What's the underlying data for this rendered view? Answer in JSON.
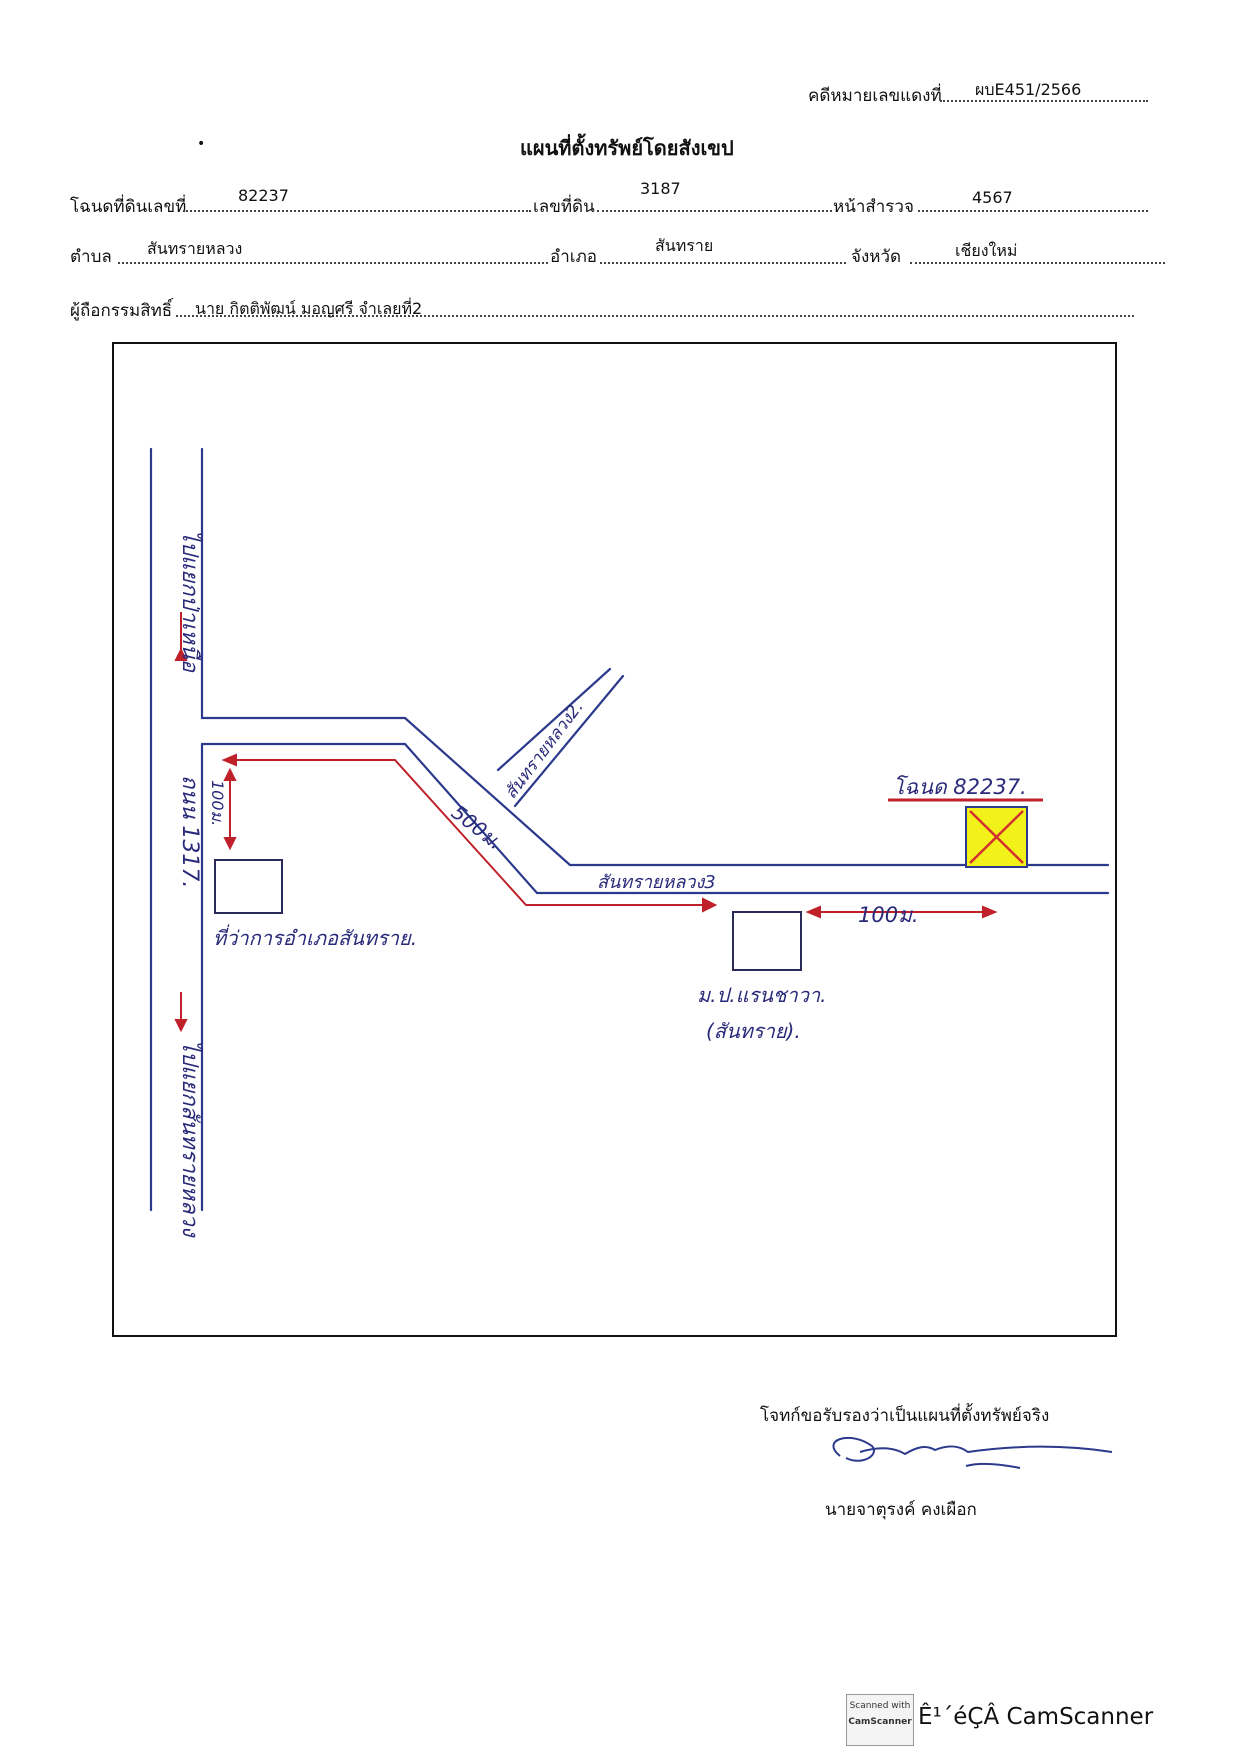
{
  "header": {
    "case_label": "คดีหมายเลขแดงที่",
    "case_value": "ผบE451/2566",
    "title": "แผนที่ตั้งทรัพย์โดยสังเขป"
  },
  "form": {
    "deed_label": "โฉนดที่ดินเลขที่",
    "deed_value": "82237",
    "land_no_label": "เลขที่ดิน",
    "land_no_value": "3187",
    "survey_label": "หน้าสำรวจ",
    "survey_value": "4567",
    "subdistrict_label": "ตำบล",
    "subdistrict_value": "สันทรายหลวง",
    "district_label": "อำเภอ",
    "district_value": "สันทราย",
    "province_label": "จังหวัด",
    "province_value": "เชียงใหม่",
    "owner_label": "ผู้ถือกรรมสิทธิ์",
    "owner_value": "นาย กิตติพัฒน์ มอญศรี  จำเลยที่2"
  },
  "map": {
    "road_vertical_top": "ไปแยกป่าเหนือ",
    "road_vertical_mid": "ถนน 1317.",
    "road_vertical_bottom": "ไปแยกสันทรายหลวง",
    "road_diagonal": "สันทรายหลวง2.",
    "road_horizontal": "สันทรายหลวง3",
    "dist_100_vertical": "100ม.",
    "dist_500": "500ม.",
    "dist_100_horizontal": "100ม.",
    "landmark_left": "ที่ว่าการอำเภอสันทราย.",
    "landmark_right_1": "ม.ป.แรนชาวา.",
    "landmark_right_2": "(สันทราย).",
    "deed_marker": "โฉนด 82237.",
    "colors": {
      "road": "#2b3a8c",
      "arrow": "#c0202a",
      "marker_fill": "#f2f21a",
      "marker_x": "#d23030"
    }
  },
  "certification": {
    "statement": "โจทก์ขอรับรองว่าเป็นแผนที่ตั้งทรัพย์จริง",
    "signer": "นายจาตุรงค์ คงเผือก"
  },
  "footer": {
    "logo_line1": "Scanned with",
    "logo_line2": "CamScanner",
    "text": "Ê¹´éÇÂ CamScanner"
  }
}
